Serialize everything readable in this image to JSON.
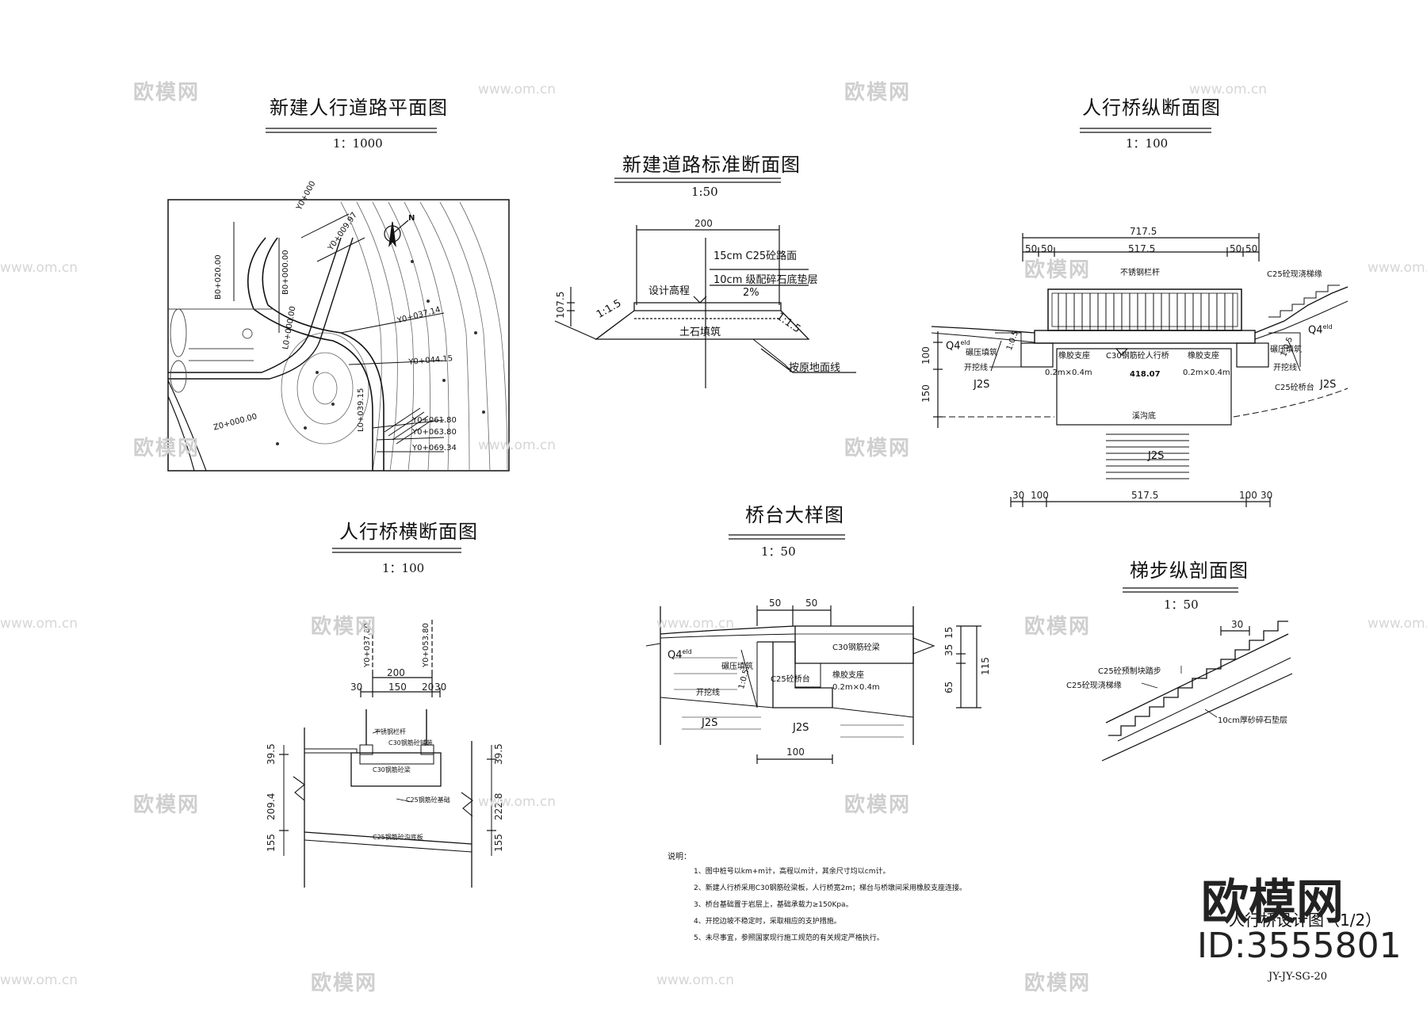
{
  "titles": {
    "plan": "新建人行道路平面图",
    "plan_scale": "1：1000",
    "standard_section": "新建道路标准断面图",
    "standard_section_scale": "1:50",
    "long_section": "人行桥纵断面图",
    "long_section_scale": "1：100",
    "cross_section": "人行桥横断面图",
    "cross_section_scale": "1：100",
    "abutment": "桥台大样图",
    "abutment_scale": "1：50",
    "stair": "梯步纵剖面图",
    "stair_scale": "1：50"
  },
  "plan": {
    "stations": [
      "Y0+000",
      "Y0+009.97",
      "B0+000.00",
      "B0+020.00",
      "Y0+037.14",
      "Y0+044.15",
      "L0+000.00",
      "Z0+000.00",
      "Y0+061.80",
      "Y0+063.80",
      "Y0+069.34",
      "L0+039.15"
    ],
    "north": "N"
  },
  "standard_section": {
    "width": "200",
    "layer1": "15cm C25砼路面",
    "layer2": "10cm 级配碎石底垫层",
    "design_elev": "设计高程",
    "slope": "2%",
    "fill": "土石填筑",
    "ratio_left": "1:1.5",
    "ratio_right": "1:1.5",
    "height": "107.5",
    "ground": "按原地面线"
  },
  "long_section": {
    "total": "717.5",
    "left1": "50",
    "left2": "50",
    "mid": "517.5",
    "right1": "50",
    "right2": "50",
    "railing": "不锈钢栏杆",
    "right_note": "C25砼现浇梯缘",
    "q4": "Q4",
    "q4sup": "eld",
    "left_fill": "碾压填筑",
    "left_cut": "开挖线",
    "bearing_left": "橡胶支座",
    "bearing_left_size": "0.2m×0.4m",
    "beam": "C30钢筋砼人行桥",
    "bearing_right": "橡胶支座",
    "bearing_right_size": "0.2m×0.4m",
    "elev": "418.07",
    "right_fill": "碾压填筑",
    "right_cut": "开挖线",
    "abut": "C25砼桥台",
    "ratio": "1:0.5",
    "j2s": "J2S",
    "riverbed": "溪沟底",
    "h1": "100",
    "h2": "150",
    "b1": "30",
    "b2": "100",
    "b3": "517.5",
    "b4": "100",
    "b5": "30"
  },
  "cross_section": {
    "st1": "Y0+037.80",
    "st2": "Y0+053.80",
    "w": "200",
    "w1": "30",
    "w2": "150",
    "w3": "20",
    "w4": "30",
    "rail": "不锈钢栏杆",
    "deck": "C30钢筋砼铺装",
    "beam": "C30钢筋砼梁",
    "base": "C25钢筋砼基础",
    "bottom": "C25钢筋砼沟底板",
    "hl1": "39.5",
    "hl2": "209.4",
    "hl3": "155",
    "hr1": "39.5",
    "hr2": "222.8",
    "hr3": "155"
  },
  "abutment": {
    "d1": "50",
    "d2": "50",
    "beam": "C30钢筋砼梁",
    "q4": "Q4",
    "q4sup": "eld",
    "fill": "碾压填筑",
    "ratio": "1:0.5",
    "cut": "开挖线",
    "abut": "C25砼桥台",
    "bearing": "橡胶支座",
    "bearing_size": "0.2m×0.4m",
    "j2s_left": "J2S",
    "j2s_right": "J2S",
    "base": "100",
    "v1": "35",
    "v2": "15",
    "v3": "65",
    "v4": "115"
  },
  "stair": {
    "step": "30",
    "n1": "C25砼预制块踏步",
    "n2": "C25砼现浇梯缘",
    "n3": "10cm厚砂碎石垫层"
  },
  "notes": {
    "heading": "说明：",
    "items": [
      "1、图中桩号以km+m计，高程以m计，其余尺寸均以cm计。",
      "2、新建人行桥采用C30钢筋砼梁板，人行桥宽2m；梯台与桥墩间采用橡胶支座连接。",
      "3、桥台基础置于岩层上，基础承载力≥150Kpa。",
      "4、开挖边坡不稳定时，采取相应的支护措施。",
      "5、未尽事宜，参照国家现行施工规范的有关规定严格执行。"
    ]
  },
  "sheet": {
    "name": "人行桥设计图（1/2）",
    "code": "JY-JY-SG-20"
  },
  "watermarks": {
    "brand": "欧模网",
    "url": "www.om.cn",
    "big_brand": "欧模网",
    "big_id": "ID:3555801"
  }
}
